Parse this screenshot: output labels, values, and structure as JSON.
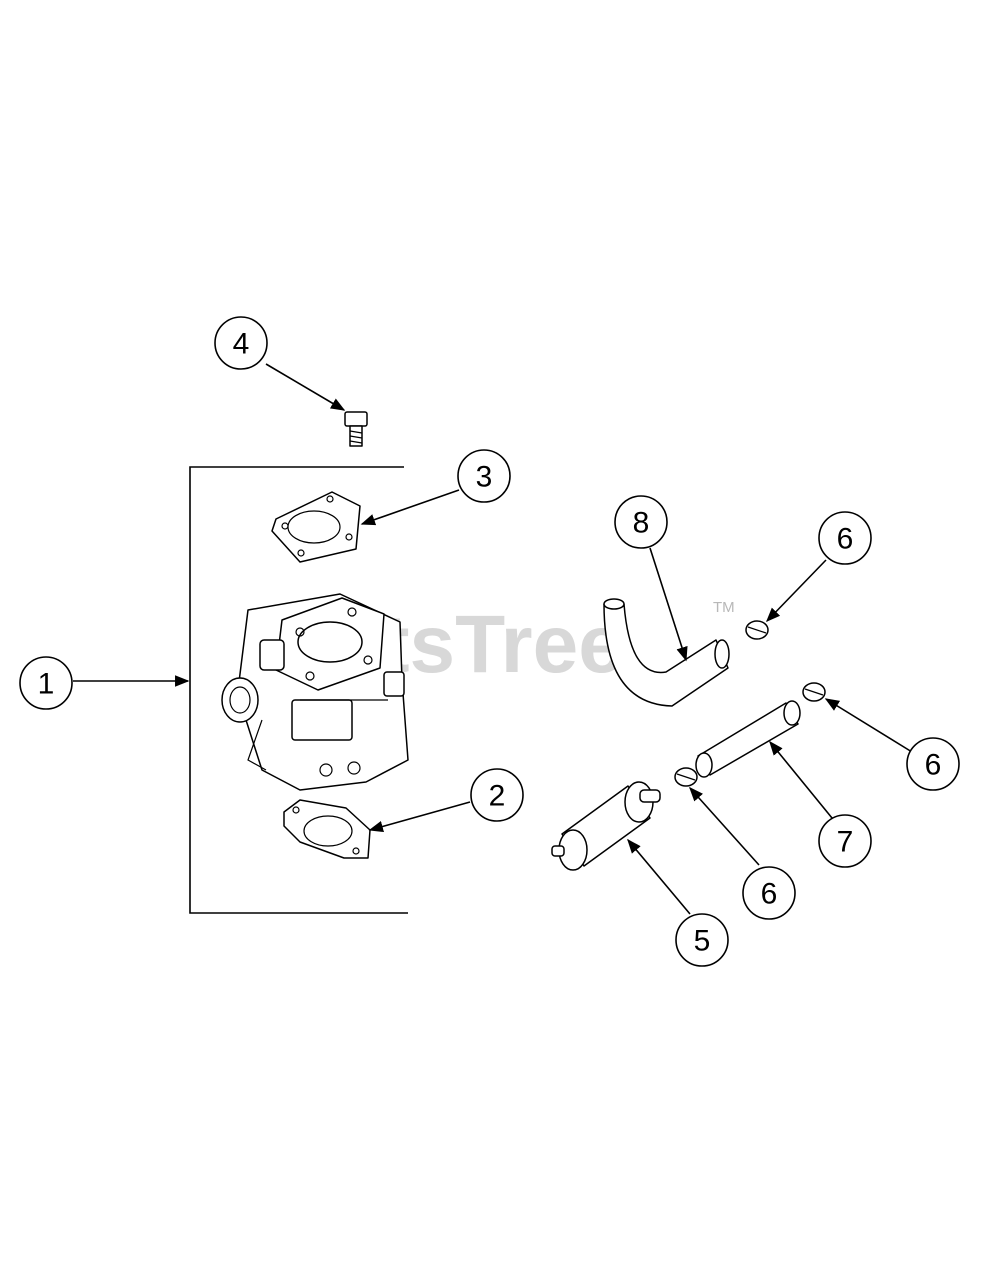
{
  "watermark": {
    "text": "PartsTree",
    "tm": "TM"
  },
  "callouts": [
    {
      "label": "4",
      "part": "bolt"
    },
    {
      "label": "3",
      "part": "upper-gasket"
    },
    {
      "label": "1",
      "part": "carburetor-assembly"
    },
    {
      "label": "2",
      "part": "lower-gasket"
    },
    {
      "label": "8",
      "part": "fuel-hose-bent"
    },
    {
      "label": "6",
      "part": "hose-clamp"
    },
    {
      "label": "6",
      "part": "hose-clamp"
    },
    {
      "label": "7",
      "part": "fuel-hose-straight"
    },
    {
      "label": "6",
      "part": "hose-clamp"
    },
    {
      "label": "5",
      "part": "fuel-filter"
    }
  ]
}
